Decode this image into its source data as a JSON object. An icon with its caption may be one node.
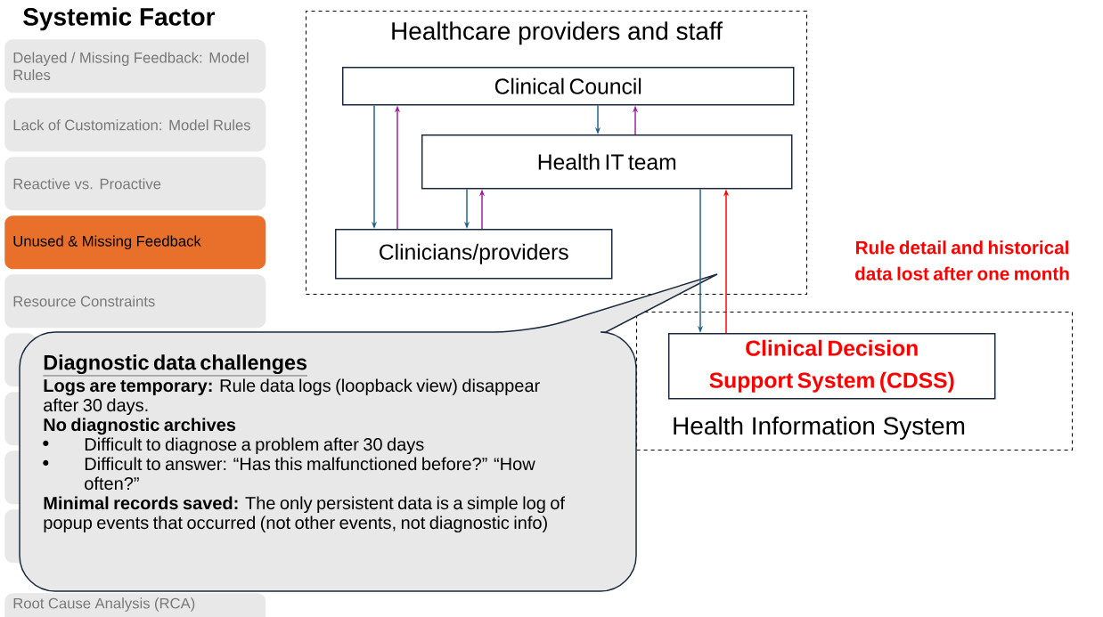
{
  "diagram": {
    "title": "Systemic Factor",
    "nodes": [
      {
        "text": [
          "Delayed / Missing Feedback: Model Rules"
        ]
      },
      {
        "text": [
          "Lack of Customization: Model Rules"
        ]
      },
      {
        "text": [
          "Reactive vs. Proactive"
        ]
      },
      {
        "text": [
          "Unused & Missing Feedback"
        ]
      },
      {
        "text": [
          "Resource Constraints"
        ]
      },
      {
        "text": [],
        "shape": "box"
      },
      {
        "text": [],
        "shape": "box"
      },
      {
        "text": [],
        "shape": "box"
      },
      {
        "text": [],
        "shape": "box"
      },
      {
        "text": [
          "Root Cause Analysis (RCA)"
        ]
      },
      {
        "text": [
          "Healthcare providers and staff"
        ]
      },
      {
        "text": [
          "Clinical Council"
        ],
        "in": 10
      },
      {
        "text": [
          "Health IT team"
        ],
        "in": 10
      },
      {
        "text": [
          "Clinicians/providers"
        ],
        "in": 10
      },
      {
        "text": [
          "Health Information System"
        ]
      },
      {
        "text": [
          "Clinical Decision Support System (CDSS)"
        ],
        "in": 14
      },
      {
        "text": [
          "Diagnostic data challenges",
          "**Logs are temporary:** Rule data logs (loopback view) disappear after 30 days.",
          "No diagnostic archives",
          "Difficult to diagnose a problem after 30 days",
          "Difficult to answer: “Has this malfunctioned before?” “How often?”",
          "**Minimal records saved:** The only persistent data is a simple log of popup events that occurred (not other events, not diagnostic info)"
        ]
      }
    ],
    "edges": [
      {
        "from": 11,
        "to": 13,
        "arrow": "to",
        "color": "#1f5f8b"
      },
      {
        "from": 13,
        "to": 11,
        "arrow": "to",
        "color": "#9b1fa0"
      },
      {
        "from": 11,
        "to": 12,
        "arrow": "to",
        "color": "#1f5f8b"
      },
      {
        "from": 12,
        "to": 11,
        "arrow": "to",
        "color": "#9b1fa0"
      },
      {
        "from": 12,
        "to": 13,
        "arrow": "to",
        "color": "#1f5f8b"
      },
      {
        "from": 13,
        "to": 12,
        "arrow": "to",
        "color": "#9b1fa0"
      },
      {
        "from": 12,
        "to": 15,
        "arrow": "to",
        "color": "#1f5f8b"
      },
      {
        "from": 15,
        "to": 12,
        "arrow": "to",
        "color": "#ff0000"
      }
    ],
    "labels": [
      "Rule detail and historical data lost after one month"
    ]
  }
}
